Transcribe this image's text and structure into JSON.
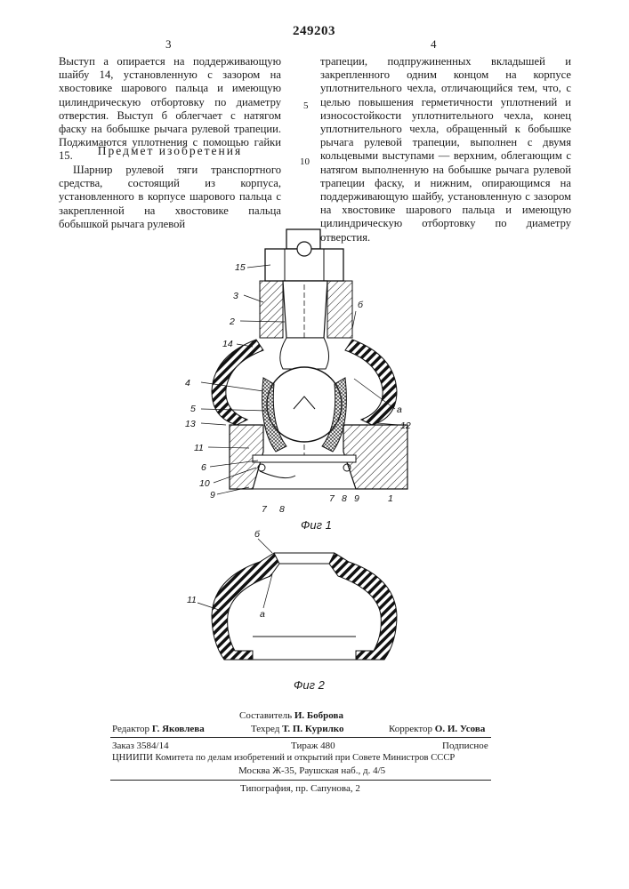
{
  "header": {
    "patent_number": "249203"
  },
  "columns": {
    "left_number": "3",
    "right_number": "4",
    "left_paragraphs": [
      "Выступ  а опирается на поддерживающую шайбу 14, установленную с зазором на хвостовике шарового пальца и имеющую цилиндрическую отбортовку по диаметру отверстия. Выступ б облегчает с натягом фаску на бобышке рычага рулевой трапеции. Поджимаются уплотнения с помощью гайки 15."
    ],
    "section_heading": "Предмет изобретения",
    "claim_paragraph": "Шарнир рулевой тяги транспортного средства, состоящий из корпуса, установленного в корпусе шарового пальца с закрепленной на хвостовике пальца бобышкой рычага рулевой",
    "right_paragraph": "трапеции, подпружиненных вкладышей и закрепленного одним концом на корпусе уплотнительного чехла, отличающийся тем, что, с целью повышения герметичности уплотнений и износостойкости уплотнительного чехла, конец уплотнительного чехла, обращенный к бобышке рычага рулевой трапеции, выполнен с двумя кольцевыми выступами — верхним, облегающим с натягом выполненную на бобышке рычага рулевой трапеции фаску, и нижним, опирающимся на поддерживающую шайбу, установленную с зазором на хвостовике шарового пальца и имеющую цилиндрическую отбортовку по диаметру отверстия.",
    "line_marks": [
      "5",
      "10"
    ]
  },
  "figure1": {
    "caption": "Фиг 1",
    "labels_left": [
      "15",
      "3",
      "2",
      "14",
      "4",
      "5",
      "13",
      "11",
      "6",
      "10",
      "9"
    ],
    "labels_right": [
      "б",
      "а",
      "12"
    ],
    "labels_bottom": [
      "7",
      "8",
      "7",
      "8",
      "9",
      "1"
    ]
  },
  "figure2": {
    "caption": "Фиг 2",
    "labels": [
      "б",
      "11",
      "а"
    ]
  },
  "footer": {
    "compiler_label": "Составитель",
    "compiler": "И. Боброва",
    "editor_label": "Редактор",
    "editor": "Г. Яковлева",
    "tech_label": "Техред",
    "tech": "Т. П. Курилко",
    "corrector_label": "Корректор",
    "corrector": "О. И. Усова",
    "order": "Заказ  3584/14",
    "circulation": "Тираж 480",
    "subscription": "Подписное",
    "org": "ЦНИИПИ Комитета по делам изобретений и открытий при Совете Министров СССР",
    "address": "Москва Ж-35, Раушская наб., д. 4/5",
    "printer": "Типография, пр. Сапунова, 2"
  }
}
